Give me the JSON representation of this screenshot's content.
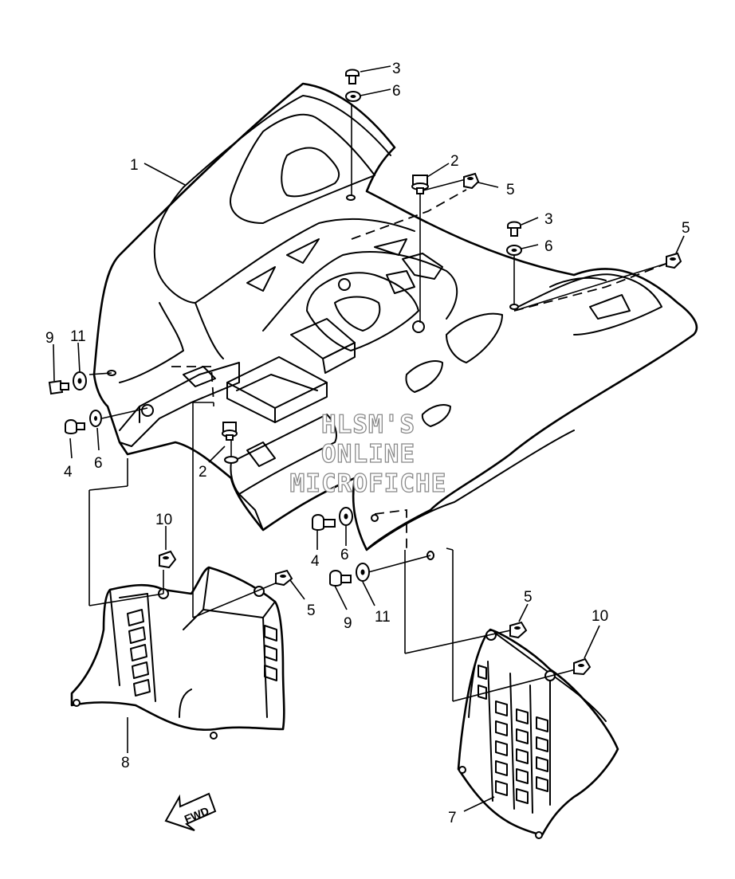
{
  "callouts": {
    "p1": "1",
    "p2a": "2",
    "p2b": "2",
    "p3a": "3",
    "p3b": "3",
    "p4a": "4",
    "p4b": "4",
    "p5a": "5",
    "p5b": "5",
    "p5c": "5",
    "p5d": "5",
    "p6a": "6",
    "p6b": "6",
    "p6c": "6",
    "p6d": "6",
    "p7": "7",
    "p8": "8",
    "p9a": "9",
    "p9b": "9",
    "p10a": "10",
    "p10b": "10",
    "p11a": "11",
    "p11b": "11"
  },
  "watermark": {
    "line1": "HLSM'S",
    "line2": "ONLINE",
    "line3": "MICROFICHE"
  },
  "direction_badge": "FWD"
}
